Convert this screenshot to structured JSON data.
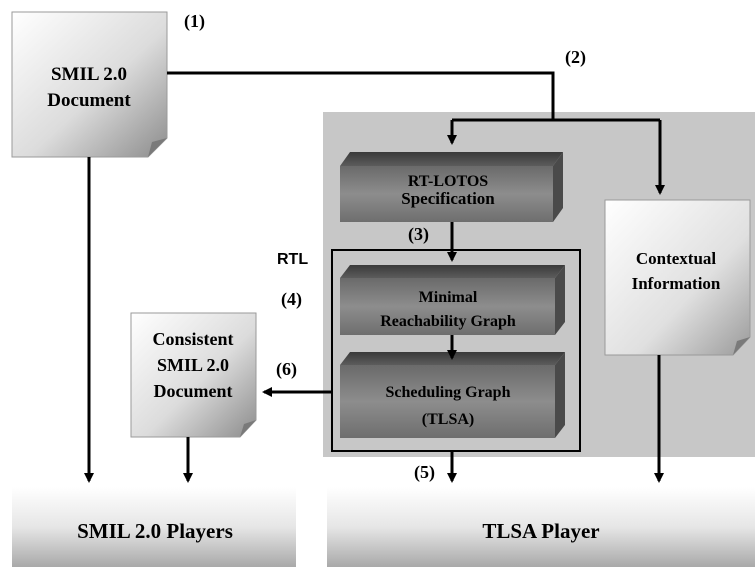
{
  "diagram": {
    "nodes": {
      "smil_doc": {
        "line1": "SMIL 2.0",
        "line2": "Document"
      },
      "rtlotos": {
        "line1": "RT-LOTOS",
        "line2": "Specification"
      },
      "contextual": {
        "line1": "Contextual",
        "line2": "Information"
      },
      "mrg": {
        "line1": "Minimal",
        "line2": "Reachability Graph"
      },
      "sched": {
        "line1": "Scheduling Graph",
        "line2": "(TLSA)"
      },
      "consistent": {
        "line1": "Consistent",
        "line2": "SMIL 2.0",
        "line3": "Document"
      },
      "smil_players": {
        "label": "SMIL 2.0 Players"
      },
      "tlsa_player": {
        "label": "TLSA Player"
      }
    },
    "group_label": "RTL",
    "step_labels": {
      "s1": "(1)",
      "s2": "(2)",
      "s3": "(3)",
      "s4": "(4)",
      "s5": "(5)",
      "s6": "(6)"
    }
  }
}
